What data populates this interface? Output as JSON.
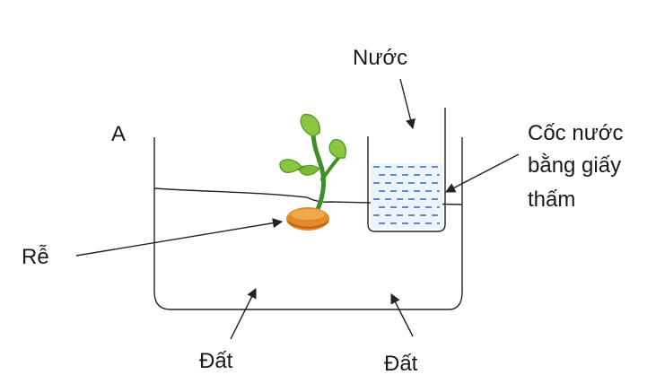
{
  "labels": {
    "a": "A",
    "water": "Nước",
    "cup_line1": "Cốc nước",
    "cup_line2": "bằng giấy",
    "cup_line3": "thấm",
    "root": "Rễ",
    "soil_left": "Đất",
    "soil_right": "Đất"
  },
  "colors": {
    "outline": "#222222",
    "water_dash": "#3a72c4",
    "water_fill": "#eef4fb",
    "seed": "#e08a2a",
    "seed_dark": "#b86614",
    "stem": "#3e8f2a",
    "leaf": "#8cc63f",
    "leaf_dark": "#5b9e2a"
  }
}
